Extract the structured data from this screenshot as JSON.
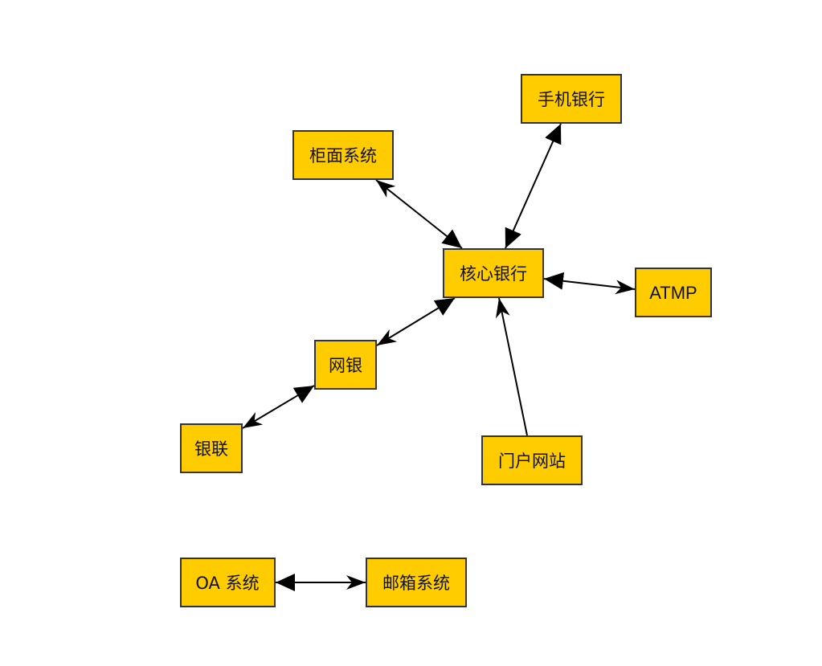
{
  "diagram": {
    "colors": {
      "node_fill": "#FFCC00",
      "node_stroke": "#333333",
      "edge": "#000000",
      "background": "#FFFFFF"
    },
    "nodes": [
      {
        "id": "core",
        "label": "核心银行"
      },
      {
        "id": "mobile",
        "label": "手机银行"
      },
      {
        "id": "counter",
        "label": "柜面系统"
      },
      {
        "id": "atmp",
        "label": "ATMP"
      },
      {
        "id": "ebank",
        "label": "网银"
      },
      {
        "id": "portal",
        "label": "门户网站"
      },
      {
        "id": "unionpay",
        "label": "银联"
      },
      {
        "id": "oa",
        "label": "OA 系统"
      },
      {
        "id": "mail",
        "label": "邮箱系统"
      }
    ],
    "edges": [
      {
        "from": "counter",
        "to": "core",
        "direction": "both"
      },
      {
        "from": "mobile",
        "to": "core",
        "direction": "both"
      },
      {
        "from": "core",
        "to": "atmp",
        "direction": "both"
      },
      {
        "from": "ebank",
        "to": "core",
        "direction": "both"
      },
      {
        "from": "unionpay",
        "to": "ebank",
        "direction": "both"
      },
      {
        "from": "portal",
        "to": "core",
        "direction": "forward"
      },
      {
        "from": "oa",
        "to": "mail",
        "direction": "both"
      }
    ]
  }
}
